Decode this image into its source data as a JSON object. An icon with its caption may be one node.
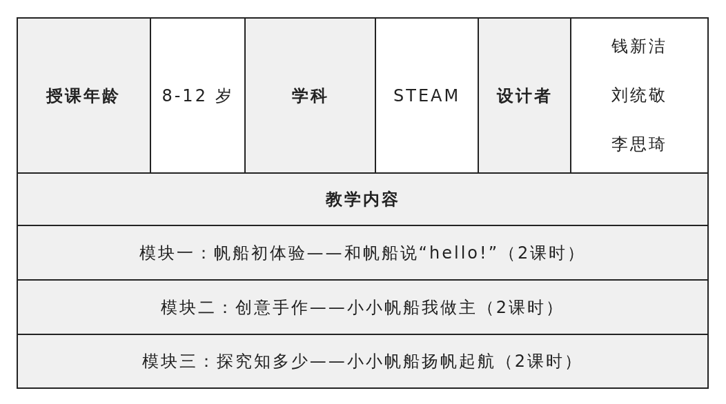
{
  "diagram": {
    "labels": [
      "授课年龄",
      "8-12 岁",
      "学科",
      "STEAM",
      "设计者",
      "钱新洁",
      "刘统敬",
      "李思琦",
      "教学内容",
      "模块一：帆船初体验——和帆船说“hello!”（2课时）",
      "模块二：创意手作——小小帆船我做主（2课时）",
      "模块三：探究知多少——小小帆船扬帆起航（2课时）"
    ]
  }
}
